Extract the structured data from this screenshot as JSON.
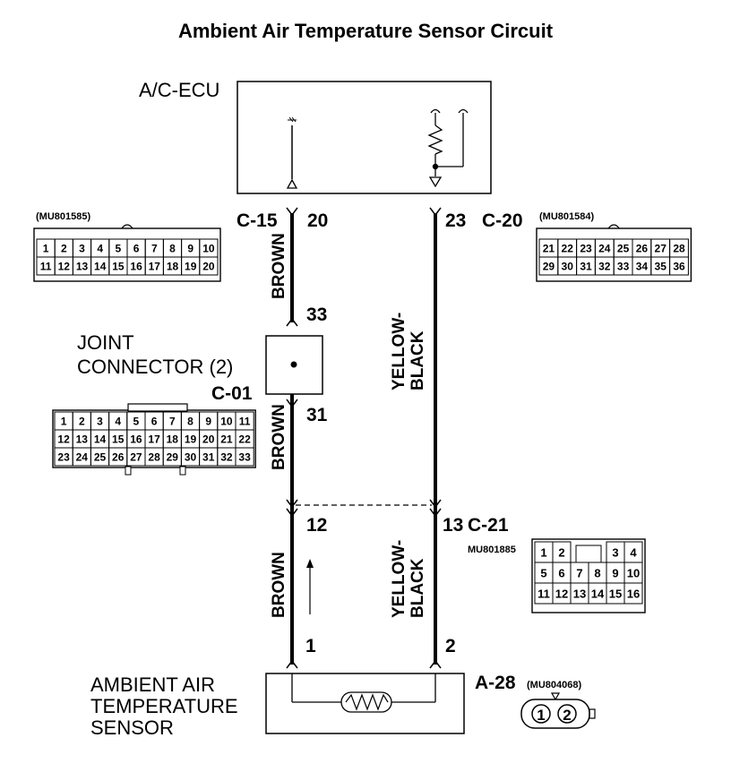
{
  "title": "Ambient Air Temperature Sensor Circuit",
  "ecu": {
    "name": "A/C-ECU",
    "left_connector": "C-15",
    "left_pin": "20",
    "right_connector": "C-20",
    "right_pin": "23"
  },
  "c15": {
    "part_no": "(MU801585)",
    "rows": [
      [
        "1",
        "2",
        "3",
        "4",
        "5",
        "6",
        "7",
        "8",
        "9",
        "10"
      ],
      [
        "11",
        "12",
        "13",
        "14",
        "15",
        "16",
        "17",
        "18",
        "19",
        "20"
      ]
    ]
  },
  "c20": {
    "part_no": "(MU801584)",
    "rows": [
      [
        "21",
        "22",
        "23",
        "24",
        "25",
        "26",
        "27",
        "28"
      ],
      [
        "29",
        "30",
        "31",
        "32",
        "33",
        "34",
        "35",
        "36"
      ]
    ]
  },
  "joint": {
    "line1": "JOINT",
    "line2": "CONNECTOR (2)",
    "connector": "C-01",
    "pin_top": "33",
    "pin_bottom": "31",
    "rows": [
      [
        "1",
        "2",
        "3",
        "4",
        "5",
        "6",
        "7",
        "8",
        "9",
        "10",
        "11"
      ],
      [
        "12",
        "13",
        "14",
        "15",
        "16",
        "17",
        "18",
        "19",
        "20",
        "21",
        "22"
      ],
      [
        "23",
        "24",
        "25",
        "26",
        "27",
        "28",
        "29",
        "30",
        "31",
        "32",
        "33"
      ]
    ]
  },
  "c21": {
    "connector": "C-21",
    "part_no": "MU801885",
    "pin_left": "12",
    "pin_right": "13",
    "rows": [
      [
        "1",
        "2",
        "",
        "",
        "3",
        "4"
      ],
      [
        "5",
        "6",
        "7",
        "8",
        "9",
        "10"
      ],
      [
        "11",
        "12",
        "13",
        "14",
        "15",
        "16"
      ]
    ]
  },
  "wires": {
    "brown": "BROWN",
    "yellow_black_1": "YELLOW-",
    "yellow_black_2": "BLACK"
  },
  "sensor": {
    "line1": "AMBIENT AIR",
    "line2": "TEMPERATURE",
    "line3": "SENSOR",
    "connector": "A-28",
    "part_no": "(MU804068)",
    "pin_left": "1",
    "pin_right": "2",
    "plug_pins": [
      "1",
      "2"
    ]
  },
  "colors": {
    "line": "#000000",
    "background": "#ffffff"
  }
}
